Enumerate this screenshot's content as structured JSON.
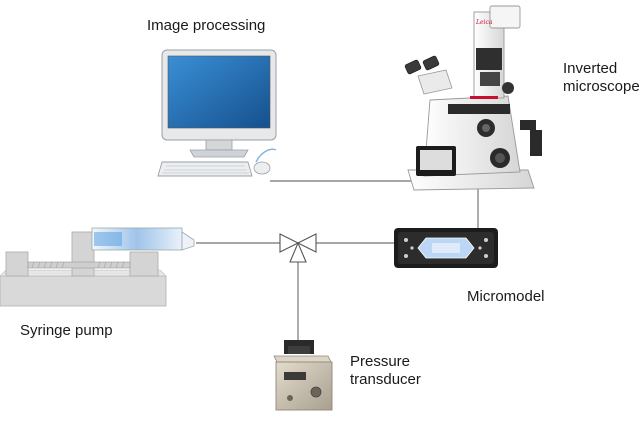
{
  "labels": {
    "image_processing": "Image processing",
    "inverted_microscope_line1": "Inverted",
    "inverted_microscope_line2": "microscope",
    "syringe_pump": "Syringe pump",
    "micromodel": "Micromodel",
    "pressure_transducer_line1": "Pressure",
    "pressure_transducer_line2": "transducer",
    "microscope_brand_mark": "Leica"
  },
  "colors": {
    "connector_line": "#8a8a8a",
    "monitor_screen": "#1f6fb4",
    "monitor_bezel": "#e6e8ea",
    "pump_body": "#d9d9d9",
    "micromodel_body": "#1c1c1c",
    "micromodel_channel": "#bcd6f5",
    "microscope_body": "#f2f2f2",
    "microscope_accent": "#c8102e",
    "transducer_body": "#cfc8bb"
  },
  "icons": [
    "computer-icon",
    "inverted-microscope-icon",
    "syringe-pump-icon",
    "micromodel-chip-icon",
    "three-way-valve-icon",
    "pressure-transducer-icon"
  ]
}
